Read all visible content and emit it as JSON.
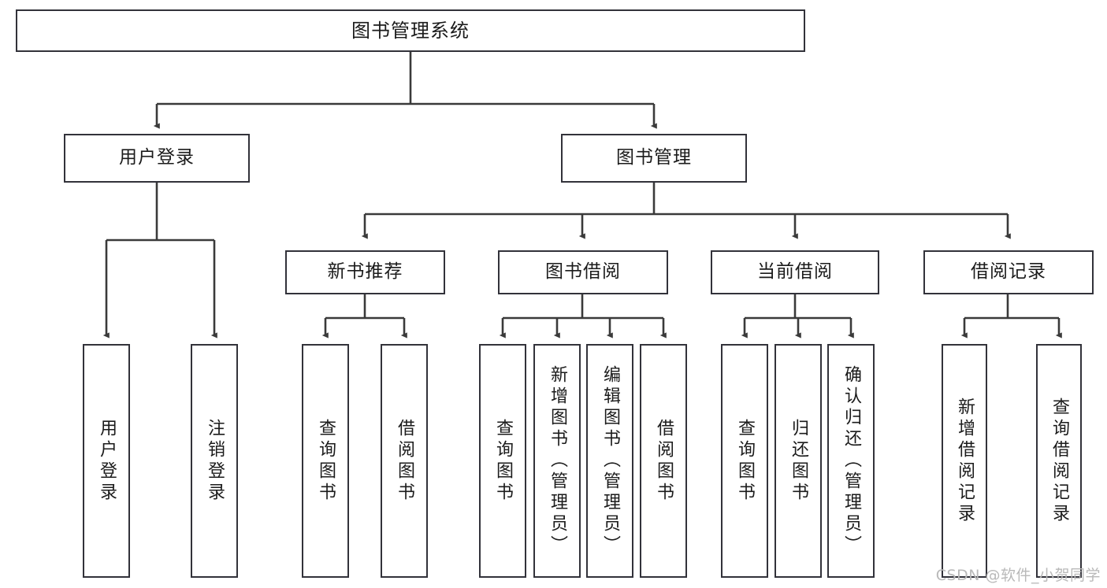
{
  "diagram": {
    "title": "图书管理系统",
    "type": "tree-hierarchy",
    "watermark": "CSDN @软件_小贺同学",
    "colors": {
      "background": "#ffffff",
      "box_border": "#32323a",
      "edge": "#3a3a3a",
      "text": "#1b1b1b",
      "watermark": "#b9b9b9"
    },
    "nodes": {
      "root": {
        "label": "图书管理系统"
      },
      "level2": [
        {
          "id": "user-login",
          "label": "用户登录"
        },
        {
          "id": "book-manage",
          "label": "图书管理"
        }
      ],
      "level3": [
        {
          "id": "new-book-recommend",
          "label": "新书推荐"
        },
        {
          "id": "book-borrow",
          "label": "图书借阅"
        },
        {
          "id": "current-borrow",
          "label": "当前借阅"
        },
        {
          "id": "borrow-record",
          "label": "借阅记录"
        }
      ],
      "leaves": {
        "user_login": [
          {
            "id": "leaf-user-login",
            "label": "用户登录"
          },
          {
            "id": "leaf-logout-login",
            "label": "注销登录"
          }
        ],
        "new_book_recommend": [
          {
            "id": "leaf-query-book-1",
            "label": "查询图书"
          },
          {
            "id": "leaf-borrow-book-1",
            "label": "借阅图书"
          }
        ],
        "book_borrow": [
          {
            "id": "leaf-query-book-2",
            "label": "查询图书"
          },
          {
            "id": "leaf-add-book",
            "label": "新增图书（管理员）"
          },
          {
            "id": "leaf-edit-book",
            "label": "编辑图书（管理员）"
          },
          {
            "id": "leaf-borrow-book-2",
            "label": "借阅图书"
          }
        ],
        "current_borrow": [
          {
            "id": "leaf-query-book-3",
            "label": "查询图书"
          },
          {
            "id": "leaf-return-book",
            "label": "归还图书"
          },
          {
            "id": "leaf-confirm-return",
            "label": "确认归还（管理员）"
          }
        ],
        "borrow_record": [
          {
            "id": "leaf-add-record",
            "label": "新增借阅记录"
          },
          {
            "id": "leaf-query-record",
            "label": "查询借阅记录"
          }
        ]
      }
    }
  }
}
